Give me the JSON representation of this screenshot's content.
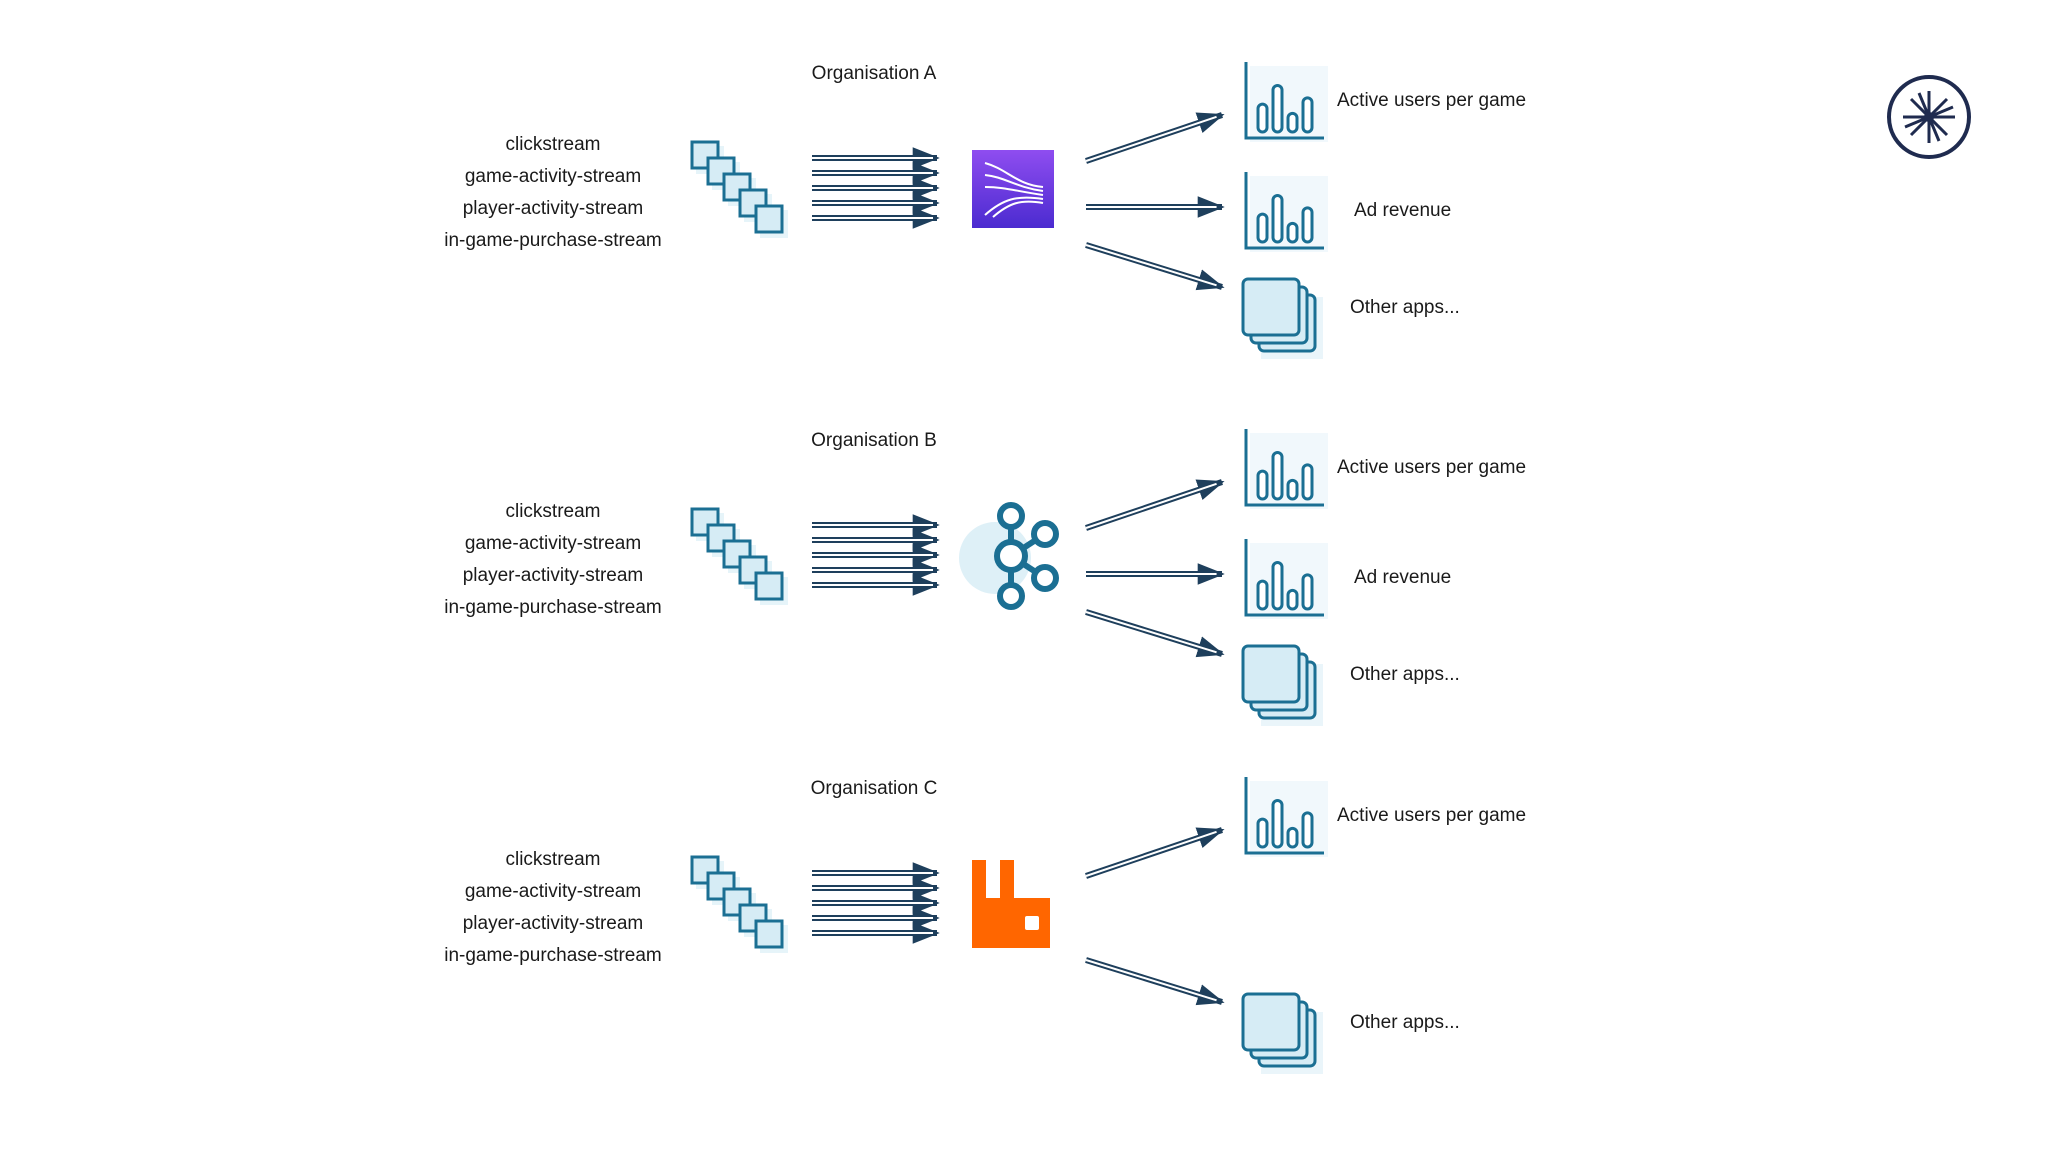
{
  "colors": {
    "icon_stroke": "#1b6f93",
    "icon_fill": "#d6ecf5",
    "arrow": "#1e3f5c",
    "kinesis_top": "#8f4df0",
    "kinesis_bottom": "#4b2bd0",
    "kafka": "#1b6f93",
    "rabbitmq": "#ff6600",
    "logo": "#1f2b4f"
  },
  "organisations": [
    {
      "title": "Organisation A",
      "broker_icon": "kinesis-icon",
      "streams": [
        "clickstream",
        "game-activity-stream",
        "player-activity-stream",
        "in-game-purchase-stream"
      ],
      "outputs": [
        {
          "icon": "bar-chart-icon",
          "label": "Active users per game"
        },
        {
          "icon": "bar-chart-icon",
          "label": "Ad revenue"
        },
        {
          "icon": "stacked-apps-icon",
          "label": "Other apps..."
        }
      ]
    },
    {
      "title": "Organisation B",
      "broker_icon": "kafka-icon",
      "streams": [
        "clickstream",
        "game-activity-stream",
        "player-activity-stream",
        "in-game-purchase-stream"
      ],
      "outputs": [
        {
          "icon": "bar-chart-icon",
          "label": "Active users per game"
        },
        {
          "icon": "bar-chart-icon",
          "label": "Ad revenue"
        },
        {
          "icon": "stacked-apps-icon",
          "label": "Other apps..."
        }
      ]
    },
    {
      "title": "Organisation C",
      "broker_icon": "rabbitmq-icon",
      "streams": [
        "clickstream",
        "game-activity-stream",
        "player-activity-stream",
        "in-game-purchase-stream"
      ],
      "outputs": [
        {
          "icon": "bar-chart-icon",
          "label": "Active users per game"
        },
        {
          "icon": "stacked-apps-icon",
          "label": "Other apps..."
        }
      ]
    }
  ],
  "logo": {
    "icon": "confluent-logo-icon"
  }
}
